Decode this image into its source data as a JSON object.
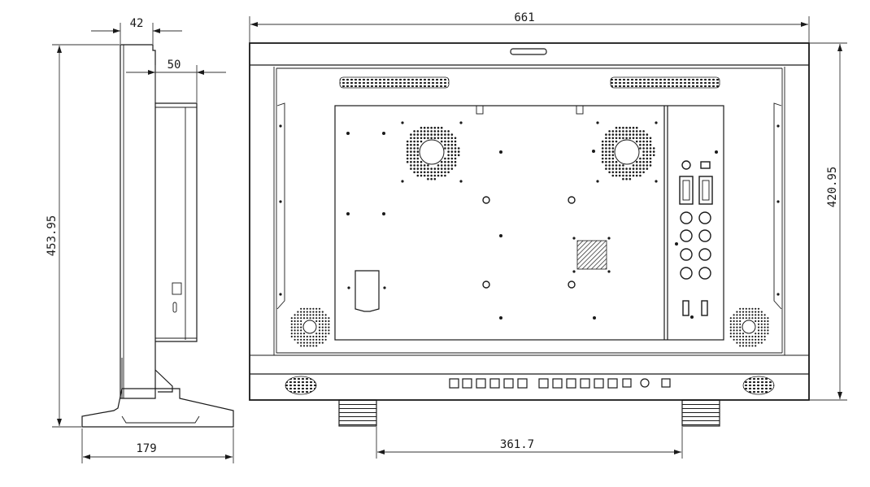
{
  "dimensions": {
    "side_depth_top": "42",
    "side_offset": "50",
    "side_height": "453.95",
    "base_depth": "179",
    "front_width": "661",
    "front_height": "420.95",
    "foot_spacing": "361.7"
  },
  "colors": {
    "line": "#1a1a1a",
    "background": "#ffffff"
  }
}
